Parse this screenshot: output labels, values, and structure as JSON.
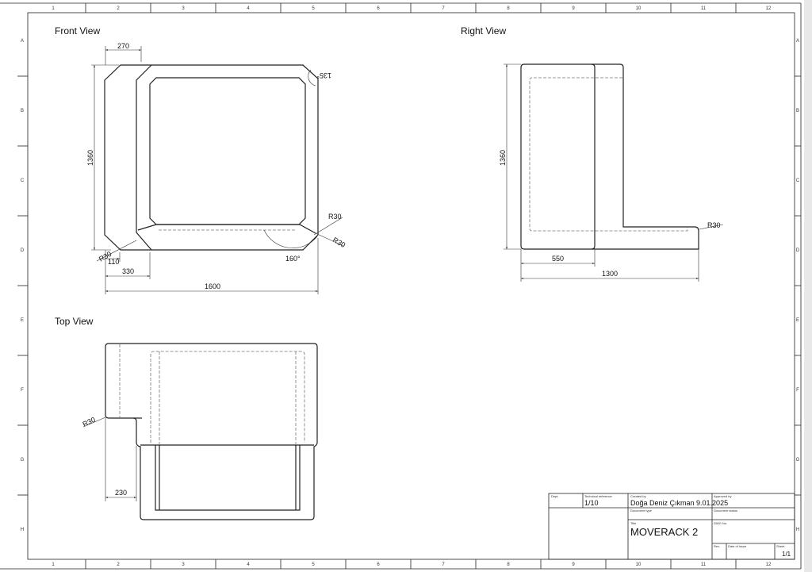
{
  "sheet": {
    "columns": [
      "1",
      "2",
      "3",
      "4",
      "5",
      "6",
      "7",
      "8",
      "9",
      "10",
      "11",
      "12"
    ],
    "rows": [
      "A",
      "B",
      "C",
      "D",
      "E",
      "F",
      "G",
      "H"
    ]
  },
  "views": {
    "front": {
      "title": "Front View",
      "dims": {
        "width_top": "270",
        "height": "1360",
        "offset_small": "110",
        "offset": "330",
        "width": "1600",
        "angle_top": "135°",
        "angle_bottom": "160°",
        "radius_left": "R30",
        "radius_right_1": "R30",
        "radius_right_2": "R30"
      }
    },
    "right": {
      "title": "Right View",
      "dims": {
        "height": "1360",
        "depth_back": "550",
        "depth": "1300",
        "radius": "R30"
      }
    },
    "top": {
      "title": "Top View",
      "dims": {
        "offset": "230",
        "radius": "R30"
      }
    }
  },
  "title_block": {
    "dept_label": "Dept.",
    "tech_ref_label": "Technical reference",
    "tech_ref_value": "1/10",
    "created_by_label": "Created by",
    "created_by_value": "Doğa Deniz Çıkman 9.01.2025",
    "approved_by_label": "Approved by",
    "doc_type_label": "Document type",
    "doc_status_label": "Document status",
    "title_label": "Title",
    "title_value": "MOVERACK 2",
    "dwg_no_label": "DWG No.",
    "rev_label": "Rev.",
    "date_issue_label": "Date of issue",
    "sheet_label": "Sheet",
    "sheet_value": "1/1"
  }
}
